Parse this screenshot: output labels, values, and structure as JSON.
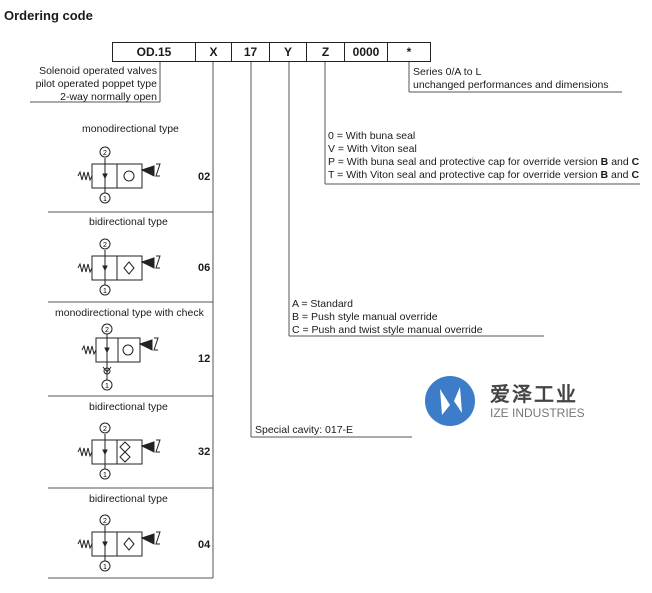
{
  "title": "Ordering code",
  "code_boxes": [
    "OD.15",
    "X",
    "17",
    "Y",
    "Z",
    "0000",
    "*"
  ],
  "description": [
    "Solenoid operated valves",
    "pilot operated poppet type",
    "2-way normally open"
  ],
  "series_note": [
    "Series 0/A to L",
    "unchanged performances and dimensions"
  ],
  "seal_options": [
    {
      "text": "0 = With buna seal"
    },
    {
      "text": "V = With Viton seal"
    },
    {
      "text": "P = With buna seal and protective cap for override version",
      "b1": "B",
      "and": "and",
      "b2": "C"
    },
    {
      "text": "T = With Viton seal and protective cap for override version",
      "b1": "B",
      "and": "and",
      "b2": "C"
    }
  ],
  "override_options": [
    "A = Standard",
    "B = Push style manual override",
    "C = Push and twist style manual override"
  ],
  "cavity_note": "Special cavity: 017-E",
  "types": [
    {
      "label": "monodirectional type",
      "code": "02"
    },
    {
      "label": "bidirectional type",
      "code": "06"
    },
    {
      "label": "monodirectional type with check",
      "code": "12"
    },
    {
      "label": "bidirectional type",
      "code": "32"
    },
    {
      "label": "bidirectional type",
      "code": "04"
    }
  ],
  "port_labels": [
    "2",
    "1"
  ],
  "logo": {
    "cn": "爱泽工业",
    "en": "IZE INDUSTRIES"
  }
}
